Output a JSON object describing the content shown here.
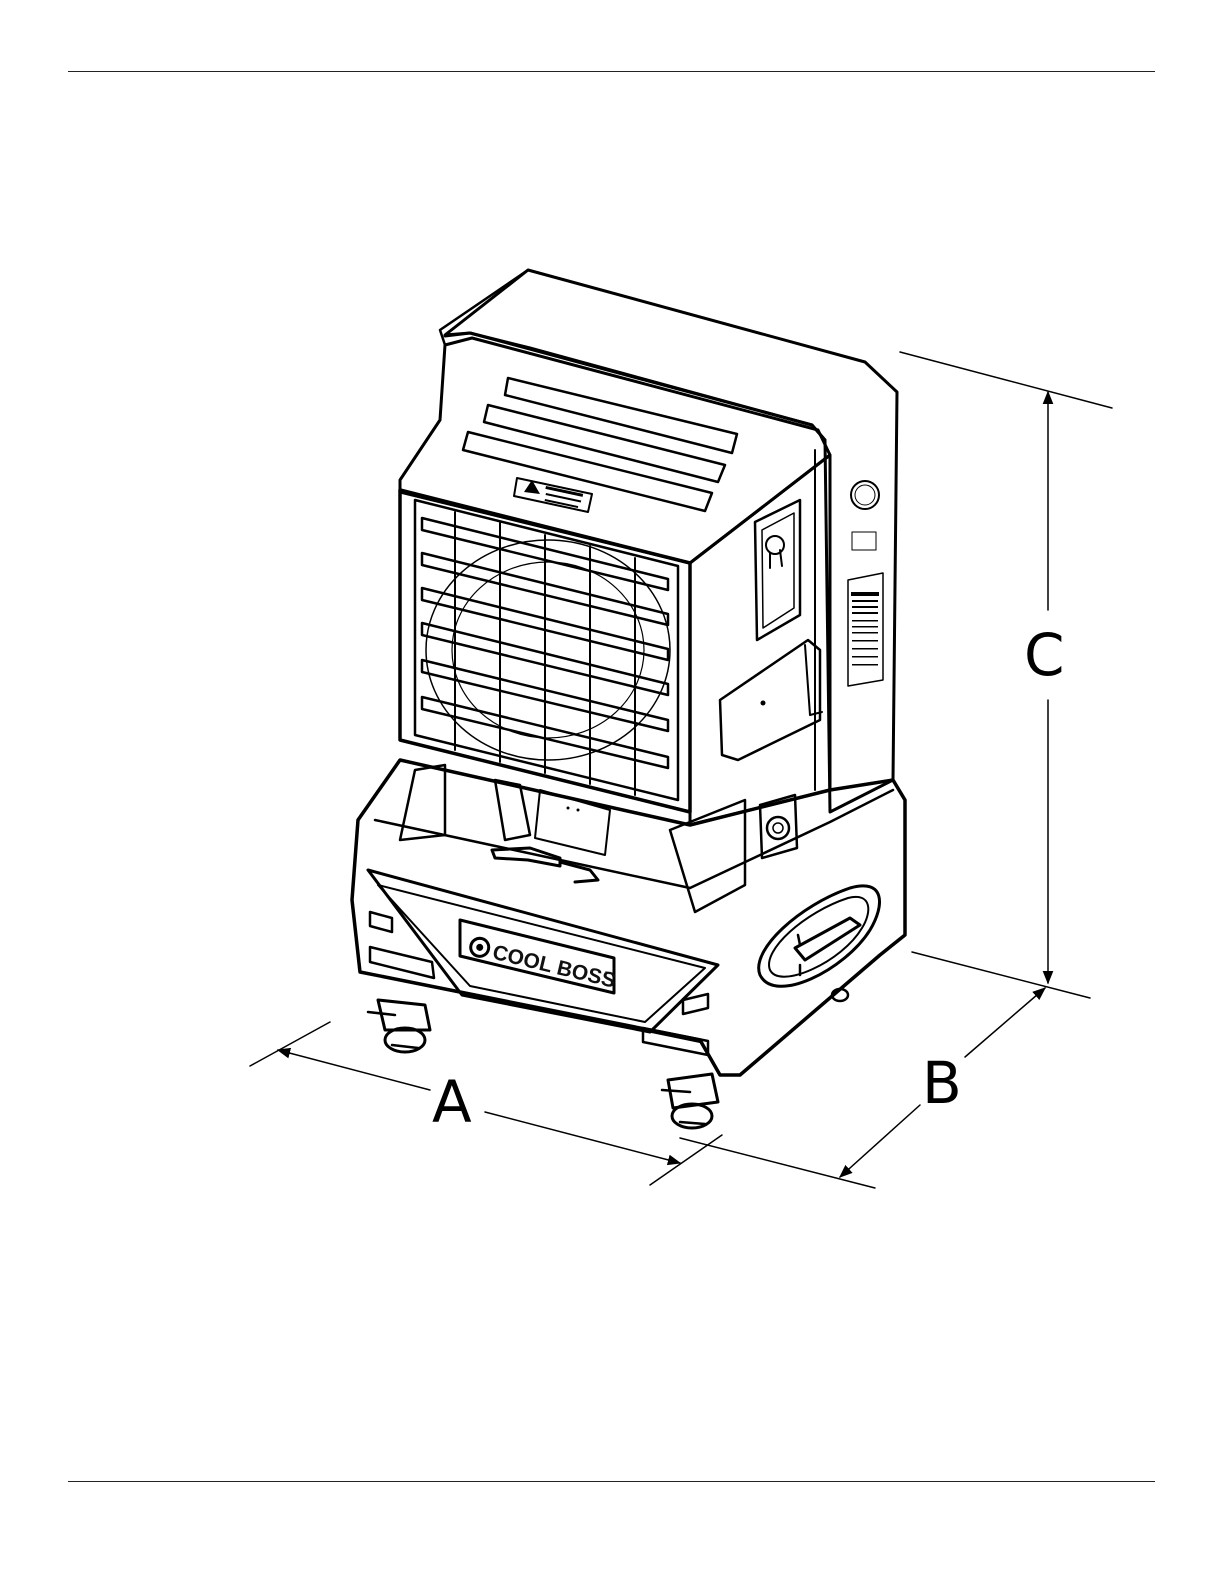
{
  "figure": {
    "dimension_labels": {
      "width": "A",
      "depth": "B",
      "height": "C"
    },
    "brand_logo": {
      "text": "COOL BOSS",
      "trademark": "™",
      "icon": "coolboss-circle-logo-icon"
    }
  },
  "colors": {
    "line": "#000000",
    "background": "#ffffff"
  }
}
